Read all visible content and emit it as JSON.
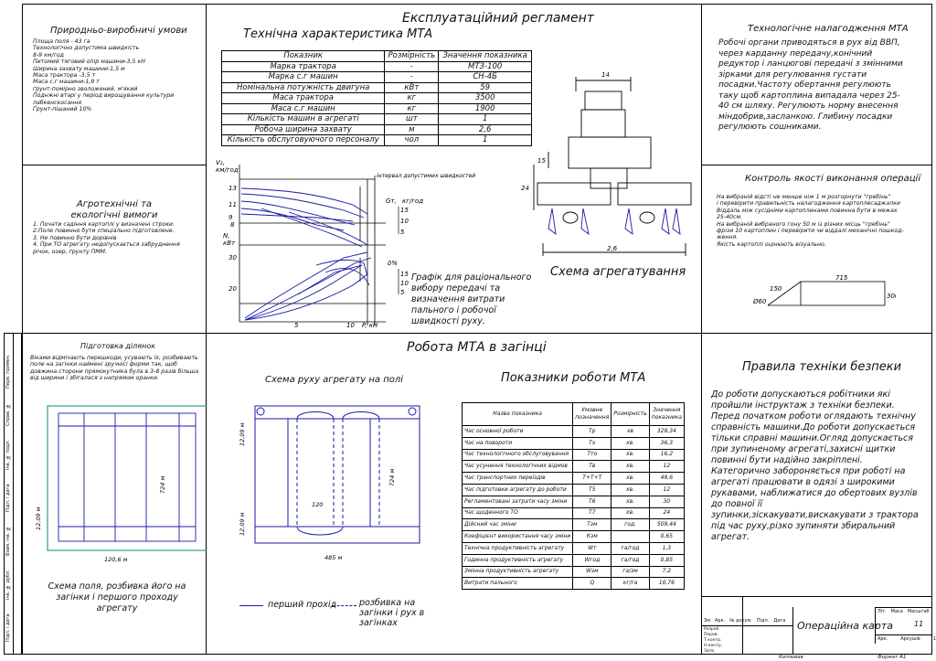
{
  "header": {
    "main_title": "Експлуатаційний регламент",
    "middle_title": "Робота МТА в загінці"
  },
  "production": {
    "title": "Природньо-виробничі умови",
    "lines": [
      "Площа поля - 43 га",
      "Технологічно допустима швидкість",
      "8-9 км/год",
      "Питомий тяговий опір машини-3,5 кН",
      "Ширина захвату машини-1,5 м",
      "Маса трактора -3,5 т",
      "Маса с.г машини-1,9 т",
      "ґрунт-помірно зволожений, м'який",
      "Поднжні втарі у період вирощування культури",
      "лабкенскосання",
      "Ґрунт-пішаний 10%"
    ]
  },
  "agro": {
    "title": "Агротехнічні та екологічні вимоги",
    "lines": [
      "1. Почати садіння картоплі у визначені строки.",
      "2.Поле повинно бути спеціально підготовлене.",
      "3. Не повинно бути дорівнів",
      "4. При ТО агрегату недопускається забруднення",
      "річок, озер, ґрунту ПММ."
    ]
  },
  "tech_table": {
    "title": "Технічна характеристика МТА",
    "headers": [
      "Показник",
      "Розмірність",
      "Значення показника"
    ],
    "rows": [
      [
        "Марка трактора",
        "-",
        "МТЗ-100"
      ],
      [
        "Марка с.г машин",
        "-",
        "СН-4Б"
      ],
      [
        "Номінальна потужність двигуна",
        "кВт",
        "59"
      ],
      [
        "Маса трактора",
        "кг",
        "3500"
      ],
      [
        "Маса с.г машин",
        "кг",
        "1900"
      ],
      [
        "Кількість машин в агрегаті",
        "шт",
        "1"
      ],
      [
        "Робоча ширина захвату",
        "м",
        "2,6"
      ],
      [
        "Кількість обслуговуючого персоналу",
        "чол",
        "1"
      ]
    ]
  },
  "graph": {
    "v_axis_label": "V₂,",
    "v_axis_unit": "км/год",
    "v_ticks": [
      "13",
      "11",
      "9"
    ],
    "n_axis_label": "N,",
    "n_axis_unit": "кВт",
    "n_ticks": [
      "8",
      "30",
      "20"
    ],
    "gn_label": "Gт,",
    "gn_unit": "кг/год",
    "gn_ticks": [
      "15",
      "10",
      "5"
    ],
    "delta_label": "δ%",
    "delta_ticks": [
      "15",
      "10",
      "5"
    ],
    "x_ticks": [
      "5",
      "10"
    ],
    "x_label": "P, кН",
    "interval_label": "інтервал допустимих швидкостей",
    "caption": "Графік для раціонального вибору передачі та визначення витрати пального і робочої швидкості руху."
  },
  "scheme": {
    "dims": [
      "14",
      "15",
      "24",
      "2,6"
    ],
    "caption": "Схема агрегатування"
  },
  "tech_setting": {
    "title": "Технологічне налагодження МТА",
    "text": "Робочі органи приводяться в рух від ВВП, через карданну передачу,конічний редуктор і ланцюгові передачі з змінними зірками для регулювання густати посадки.Частоту обертання регулюють таку щоб картоплина випадала через 25-40 см шляху. Регулюють норму внесення міндобрив,засланкою. Глибину посадки регулюють сошниками."
  },
  "quality": {
    "title": "Контроль якості виконання операції",
    "lines": [
      "На вибраній відсті не менше ніж 1 м розгорнути \"гребінь\"",
      "і перевірити правильність налагодження картоплесаджалки",
      "Віддаль між сусідніми картоплинами повинна бути в межах",
      "25-40см.",
      "На вибраній вибраного гону 50 м із різних місць \"гребінь\"",
      "фрізи 10 картоплин і перевірити чи віддалі механічні пошкод-",
      "ження.",
      "Якість картоплі оцінюють візуально."
    ],
    "dims": [
      "715",
      "150",
      "Ø60",
      "300"
    ]
  },
  "field_prep": {
    "title": "Підготовка ділянок",
    "text": "Віками відмічають перешкоди, усувають їх, розбивають поле на загінки наймені зручнісі форми так, щоб довжина сторони прямокутника була в 3-8 разів більша від ширини і збігалася з напрямом оранки."
  },
  "field_scheme": {
    "dims": [
      "12,09 м",
      "724 м",
      "120,6 м"
    ],
    "caption": "Схема поля, розбивка його на загінки і першого проходу агрегату"
  },
  "move_scheme": {
    "title": "Схема руху агрегату на полі",
    "dims": [
      "12,09 м",
      "724 м",
      "120",
      "12,09 м",
      "485 м"
    ],
    "legend": [
      "перший прохід",
      "розбивка на загінки і рух в загінках"
    ]
  },
  "perf_table": {
    "title": "Показники роботи МТА",
    "headers": [
      "Назва показника",
      "Умовне позначення",
      "Розмірність",
      "Значення показника"
    ],
    "rows": [
      [
        "Час основної роботи",
        "Тр",
        "хв",
        "329,34"
      ],
      [
        "Час на повороти",
        "Тх",
        "хв.",
        "36,3"
      ],
      [
        "Час технологічного обслуговування",
        "Тто",
        "хв.",
        "16,2"
      ],
      [
        "Час усунення технологічних відмов",
        "Тв",
        "хв.",
        "12"
      ],
      [
        "Час транспортних переїздів",
        "Т+Т+Т",
        "хв.",
        "49,6"
      ],
      [
        "Час підготовки агрегату до роботи",
        "Т5",
        "хв.",
        "12"
      ],
      [
        "Регламентовані затрати часу зміни",
        "Т6",
        "хв.",
        "30"
      ],
      [
        "Час щоденного ТО",
        "Т7",
        "хв.",
        "24"
      ],
      [
        "Дійсний час зміни",
        "Тзм",
        "год.",
        "509,44"
      ],
      [
        "Коефіцієнт використання часу зміни",
        "Кзм",
        "",
        "0,65"
      ],
      [
        "Технічна продуктивність агрегату",
        "Wт",
        "га/год",
        "1,3"
      ],
      [
        "Годинна продуктивність агрегату",
        "Wгод",
        "га/год",
        "0,85"
      ],
      [
        "Змінна продуктивність агрегату",
        "Wзм",
        "га/зм",
        "7,2"
      ],
      [
        "Витрати пального",
        "Q",
        "кг/га",
        "10,76"
      ]
    ]
  },
  "safety": {
    "title": "Правила техніки безпеки",
    "text": "До роботи допускаються робітники які пройшли інструктаж з техніки безпеки.\nПеред початком роботи оглядають технічну справність машини.До роботи допускається тільки справні машини.Огляд допускається при зупиненому агрегаті,захисні щитки повинні бути надійно закріплені.\nКатегорично забороняється при роботі на агрегаті працювати в одязі з широкими рукавами, наближатися до обертових вузлів до повної її зупинки,зіскакувати,вискакувати з трактора під час руху,різко зупиняти збиральний агрегат."
  },
  "stamp": {
    "doc_title": "Операційна карта",
    "sheet_value": "11",
    "row_labels": [
      "Зм",
      "Арк.",
      "№ докум.",
      "Підп.",
      "Дата"
    ],
    "left_labels": [
      "Розроб.",
      "Перев.",
      "Т.контр.",
      "Н.контр.",
      "Затв."
    ],
    "col_labels": [
      "Літ.",
      "Маса",
      "Масштаб",
      "Арк.",
      "Аркушів"
    ],
    "sheets_value": "1"
  },
  "footer": {
    "copied": "Копіював",
    "format": "Формат А1"
  },
  "side": {
    "labels": [
      "Підп. і дата",
      "Інв. № дубл.",
      "Взам. інв. №",
      "Підп. і дата",
      "Інв. № подл.",
      "Справ. №",
      "Перв. примен."
    ]
  }
}
